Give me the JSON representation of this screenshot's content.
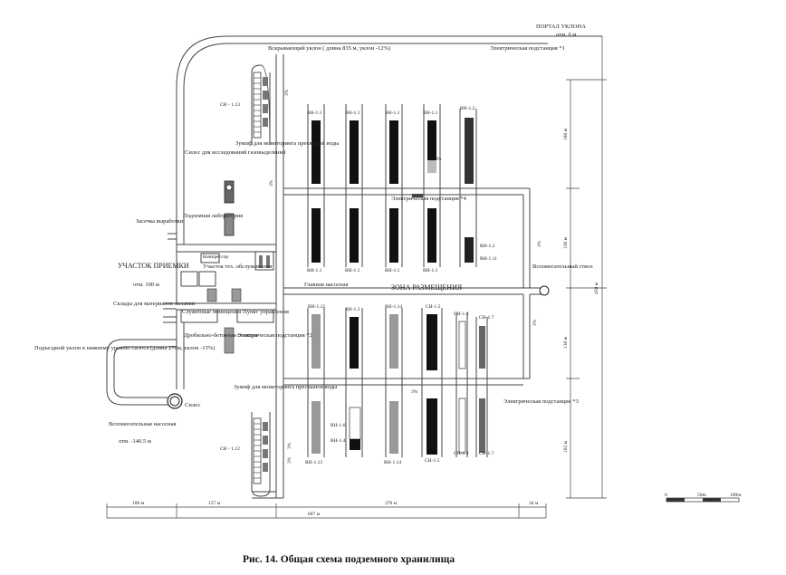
{
  "labels": {
    "portal": "ПОРТАЛ УКЛОНА",
    "portal_elev": "отм. 0 м",
    "decline_top": "Вскрывающий уклон ( длина 835 м, уклон -12%)",
    "substation1": "Электрическая подстанция *1",
    "substation2": "Электрическая подстанция *2",
    "substation3": "Электрическая подстанция *3",
    "substation4": "Электрическая подстанция *4",
    "silos_gas": "Силос для исследований газовыделений",
    "sump_top": "Зумпф для мониторинга пресвыной воды",
    "sump_bottom": "Зумпф для мониторинга пресвыной воды",
    "lab": "Подземная лаборатория",
    "cut_working": "Засечка выработки",
    "compressor": "Компрессор",
    "tech_service": "Участок тех. обслуживания",
    "reception_area": "УЧАСТОК ПРИЕМКИ",
    "reception_elev": "отм. 100 м",
    "warehouses": "Склады для материалов засыпки",
    "service_rooms": "Служебные помещения",
    "control_point": "Пункт управления",
    "crusher": "Дробильно-бетонная станция",
    "main_pump": "Главная насосная",
    "zone": "ЗОНА РАЗМЕЩЕНИЯ",
    "aux_shaft": "Вспомогательный ствол",
    "decline_bottom": "Подъездной уклон к нижнему уровню силоса (длина 270м, уклон -15%)",
    "silo": "Силос",
    "aux_pump": "Вспомогательная насосная",
    "aux_pump_elev": "отм. -140.5 м"
  },
  "cells": {
    "ch_113": "СН - 1.13",
    "ch_112": "СН - 1.12",
    "rn_11a": "RН-1.1",
    "rn_11b": "RН-1.1",
    "rn_11c": "RН-1.1",
    "rn_11d": "RН-1.1",
    "rn_12": "RН-1.2",
    "rn_11e": "RН-1.1",
    "rn_11f": "RН-1.1",
    "rn_11g": "RН-1.1",
    "rn_11h": "RН-1.1",
    "rn_12b": "RН-1.2",
    "rn_111": "RН-1.11",
    "rn_112": "RН-1.12",
    "rn_13": "RН-1.3",
    "rn_114": "RН-1.14",
    "rn_15a": "СН-1.5",
    "rn_13b": "СН-1.3",
    "rn_17": "СН-1.7",
    "rn_16": "RН-1.6",
    "rn_14": "RН-1.4",
    "rn_113": "RН-1.13",
    "rn_114b": "RН-1.14",
    "rn_15b": "СН-1.5",
    "rn_13c": "СН-1.3",
    "rn_17b": "СН-1.7"
  },
  "slopes": {
    "s1": "3%",
    "s2": "3%",
    "s3": "3%",
    "s4": "3%",
    "s5": "3%",
    "s6": "3%",
    "s7": "3%",
    "s8": "3%"
  },
  "dimensions": {
    "d_106": "106 м",
    "d_157": "157 м",
    "d_370": "370 м",
    "d_34": "34 м",
    "d_667": "667 м",
    "d_180": "180 м",
    "d_130a": "130 м",
    "d_450": "450 м",
    "d_130b": "130 м",
    "d_102": "102 м"
  },
  "scale": {
    "s0": "0",
    "s50": "50m",
    "s100": "100m"
  },
  "caption": "Рис. 14. Общая схема подземного хранилища"
}
